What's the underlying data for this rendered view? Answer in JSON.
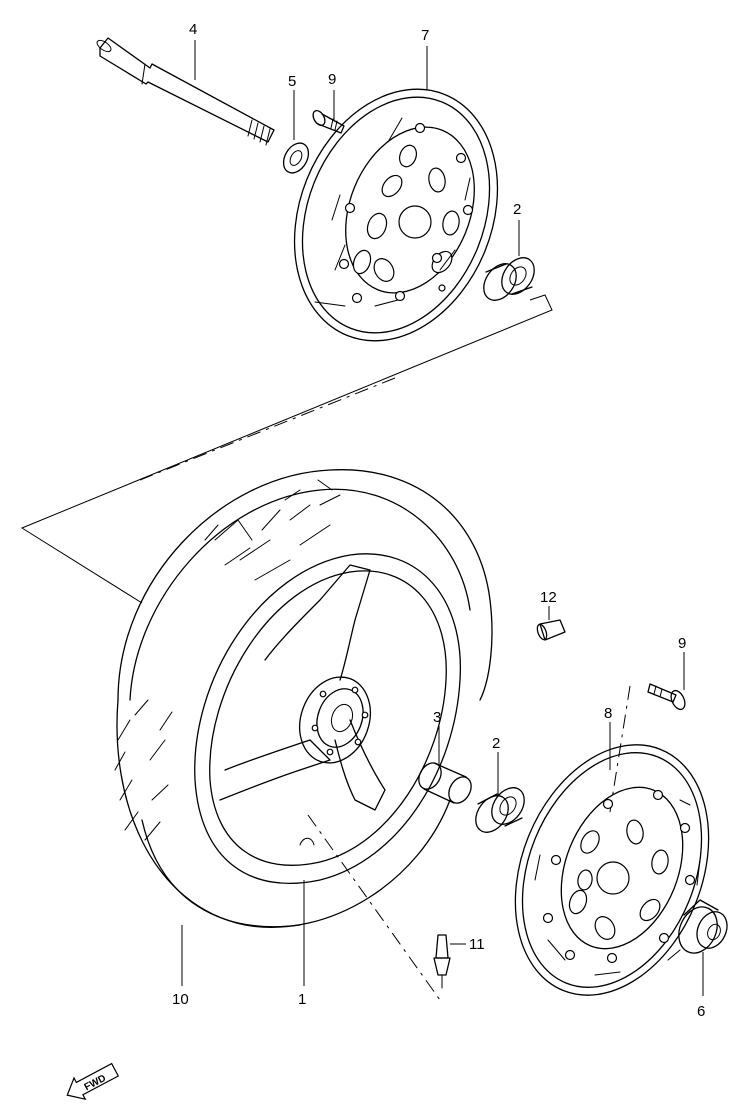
{
  "callouts": {
    "c1": "1",
    "c2a": "2",
    "c2b": "2",
    "c3": "3",
    "c4": "4",
    "c5": "5",
    "c6": "6",
    "c7": "7",
    "c8": "8",
    "c9a": "9",
    "c9b": "9",
    "c10": "10",
    "c11": "11",
    "c12": "12"
  },
  "direction_badge": "FWD"
}
